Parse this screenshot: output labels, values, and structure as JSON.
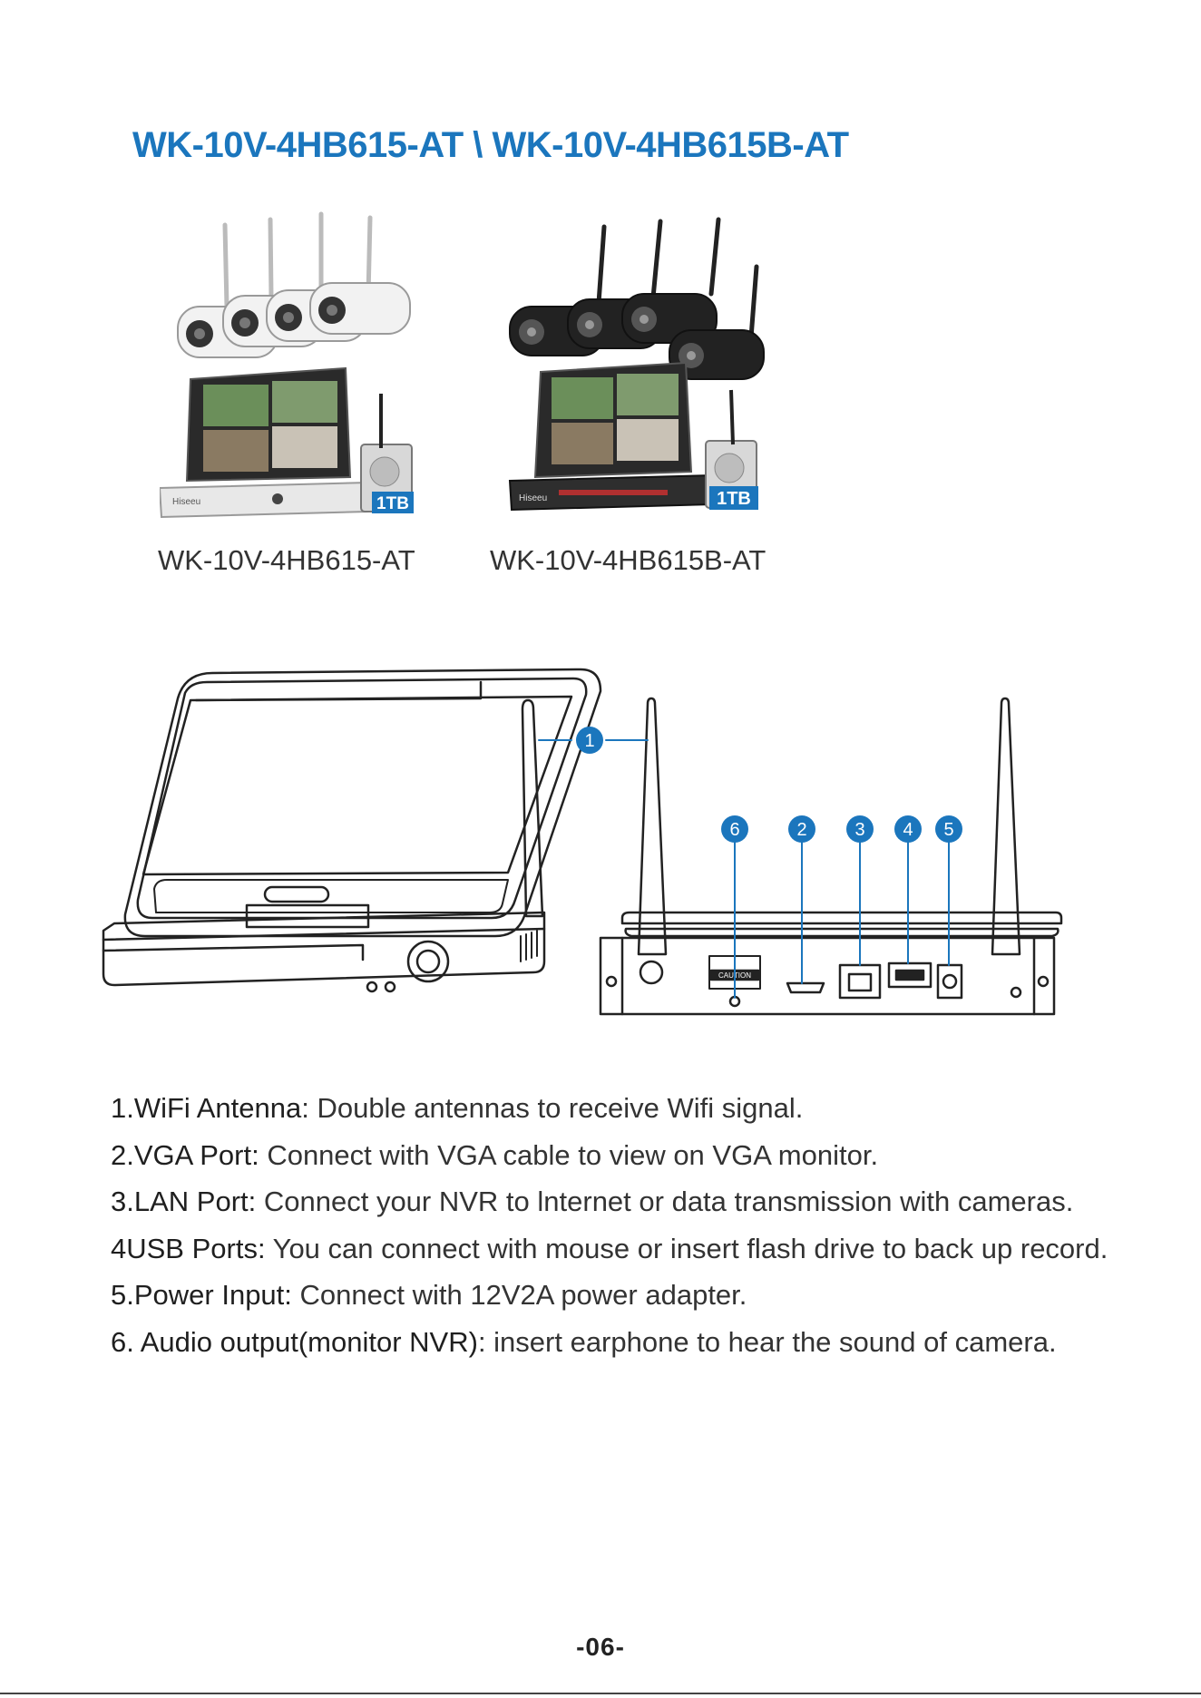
{
  "page": {
    "title": "WK-10V-4HB615-AT \\ WK-10V-4HB615B-AT",
    "page_number": "-06-"
  },
  "products": [
    {
      "label": "WK-10V-4HB615-AT",
      "camera_color": "white",
      "storage_badge": "1TB",
      "brand_text": "Hiseeu"
    },
    {
      "label": "WK-10V-4HB615B-AT",
      "camera_color": "black",
      "storage_badge": "1TB",
      "brand_text": "Hiseeu"
    }
  ],
  "diagram": {
    "markers": [
      "1",
      "2",
      "3",
      "4",
      "5",
      "6"
    ],
    "caution_text": "CAUTION",
    "marker_color": "#1b76bd"
  },
  "features": [
    {
      "term": "1.WiFi Antenna",
      "text": ": Double antennas to  receive Wifi signal."
    },
    {
      "term": "2.VGA Port:",
      "text": " Connect with VGA cable to view on VGA monitor."
    },
    {
      "term": "3.LAN Port:",
      "text": " Connect your NVR to lnternet or data transmission with cameras."
    },
    {
      "term": "4USB Ports:",
      "text": " You can connect with mouse or insert flash drive to back up record."
    },
    {
      "term": "5.Power Input:",
      "text": " Connect with 12V2A power adapter."
    },
    {
      "term": "6. Audio output(monitor NVR)",
      "text": ": insert earphone to hear the sound of camera."
    }
  ]
}
